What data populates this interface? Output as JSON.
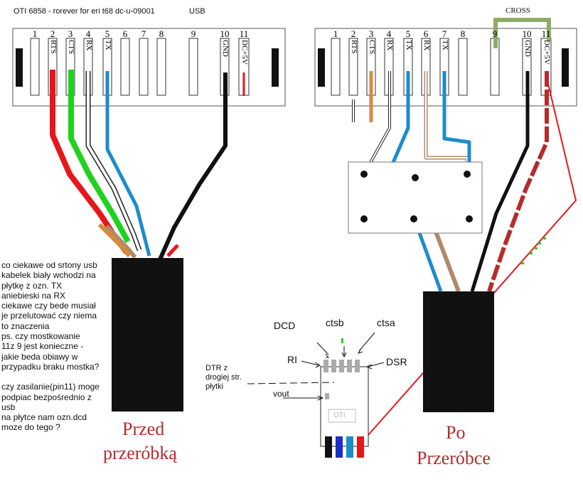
{
  "header": {
    "title": "OTI 6858 - rorever for eri t68   dc-u-09001",
    "usb": "USB"
  },
  "left_connector": {
    "pin_numbers": [
      "1",
      "2",
      "3",
      "4",
      "5",
      "6",
      "7",
      "8",
      "9",
      "10",
      "11"
    ],
    "signals": {
      "p2": "RTS",
      "p3": "CTS",
      "p4": "RX",
      "p5": "TX",
      "p10": "GND",
      "p11": "DC+5V"
    }
  },
  "right_connector": {
    "pin_numbers": [
      "1",
      "2",
      "3",
      "4",
      "5",
      "6",
      "7",
      "8",
      "9",
      "10",
      "11"
    ],
    "signals": {
      "p2": "RTS",
      "p3": "CTS",
      "p4": "RX",
      "p5": "TX",
      "p6": "RX",
      "p7": "TX",
      "p10": "GND",
      "p11": "DC+5V"
    },
    "cross_label": "CROSS"
  },
  "notes": [
    "co ciekawe od srtony usb",
    "kabelek biały wchodzi na",
    "płytkę z ozn. TX",
    "aniebieski na RX",
    "ciekawe czy bede musiał",
    "je przelutować czy niema",
    "to znaczenia",
    "ps. czy mostkowanie",
    "11z 9 jest konieczne -",
    "jakie beda obiawy w",
    "przypadku braku mostka?",
    "",
    " czy zasilanie(pin11) moge",
    "podpiac bezpośrednio z",
    "usb",
    "na płytce nam ozn.dcd",
    "moze do tego ?"
  ],
  "captions": {
    "before_line1": "Przed",
    "before_line2": "przeróbką",
    "after_line1": "Po",
    "after_line2": "Przeróbce"
  },
  "chip": {
    "dcd": "DCD",
    "ctsb": "ctsb",
    "ctsa": "ctsa",
    "ri": "RI",
    "dsr": "DSR",
    "dtr_line1": "DTR z",
    "dtr_line2": "drogiej str.",
    "dtr_line3": "płytki",
    "vout": "vout",
    "board_label": "OTI"
  },
  "colors": {
    "red": "#e8161a",
    "green": "#1ed21e",
    "blue": "#1d8ccb",
    "orange": "#d78a3c",
    "brown": "#b08a6a",
    "black": "#111111",
    "cross": "#8fac65",
    "darkred": "#b62b2b"
  }
}
